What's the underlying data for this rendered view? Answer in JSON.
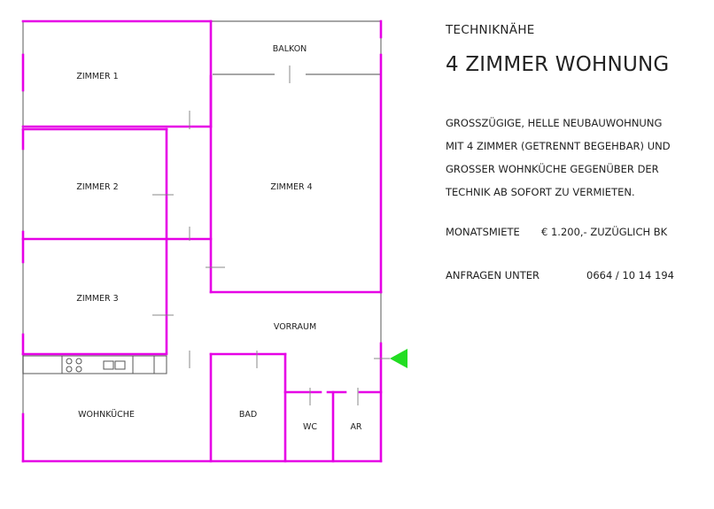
{
  "plan": {
    "rooms": {
      "zimmer1": "ZIMMER 1",
      "zimmer2": "ZIMMER 2",
      "zimmer3": "ZIMMER 3",
      "zimmer4": "ZIMMER 4",
      "balkon": "BALKON",
      "vorraum": "VORRAUM",
      "wohnkueche": "WOHNKÜCHE",
      "bad": "BAD",
      "wc": "WC",
      "ar": "AR"
    },
    "colors": {
      "new_wall": "#e600e6",
      "old_wall": "#888888",
      "entrance": "#22dd22",
      "fixture": "#555555"
    },
    "entrance_icon": "entrance-arrow-icon"
  },
  "info": {
    "subtitle": "TECHNIKNÄHE",
    "title": "4 ZIMMER WOHNUNG",
    "description_lines": [
      "GROSSZÜGIGE, HELLE NEUBAUWOHNUNG",
      "MIT 4 ZIMMER (GETRENNT BEGEHBAR) UND",
      "GROSSER WOHNKÜCHE GEGENÜBER DER",
      "TECHNIK AB SOFORT ZU VERMIETEN."
    ],
    "rent_label": "MONATSMIETE",
    "rent_value": "€ 1.200,- ZUZÜGLICH BK",
    "contact_label": "ANFRAGEN UNTER",
    "contact_value": "0664 / 10 14 194"
  }
}
